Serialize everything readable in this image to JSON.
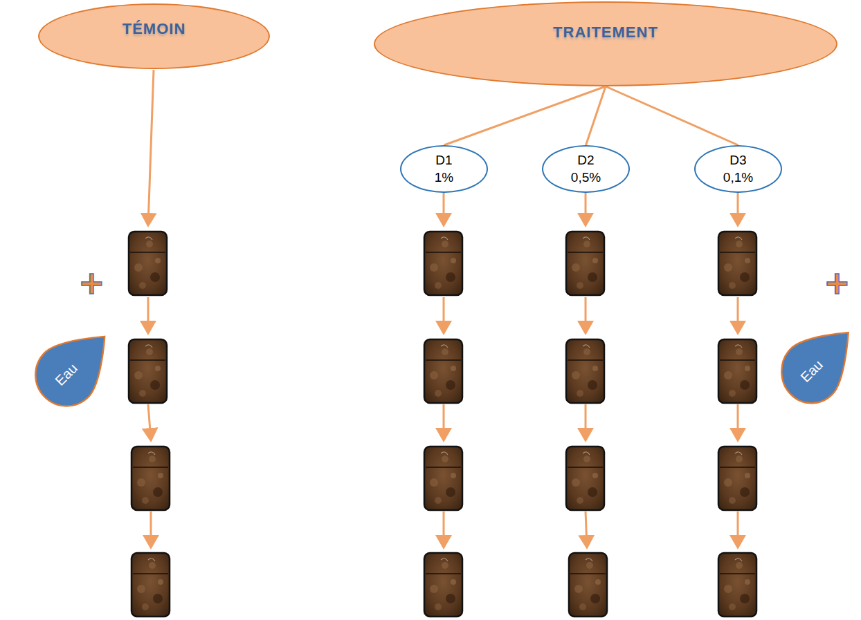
{
  "diagram": {
    "nodes": [
      {
        "text": [
          "TÉMOIN"
        ]
      },
      {
        "text": [
          "TRAITEMENT"
        ]
      },
      {
        "text": [
          "D1",
          "1%"
        ]
      },
      {
        "text": [
          "D2",
          "0,5%"
        ]
      },
      {
        "text": [
          "D3",
          "0,1%"
        ]
      },
      {
        "text": [
          "Eau"
        ]
      },
      {
        "text": [
          "Eau"
        ]
      }
    ],
    "edges": [
      {
        "from": 1,
        "to": 2,
        "arrow": "none"
      },
      {
        "from": 1,
        "to": 3,
        "arrow": "none"
      },
      {
        "from": 1,
        "to": 4,
        "arrow": "none"
      }
    ],
    "labels": [
      "+",
      "+"
    ]
  }
}
